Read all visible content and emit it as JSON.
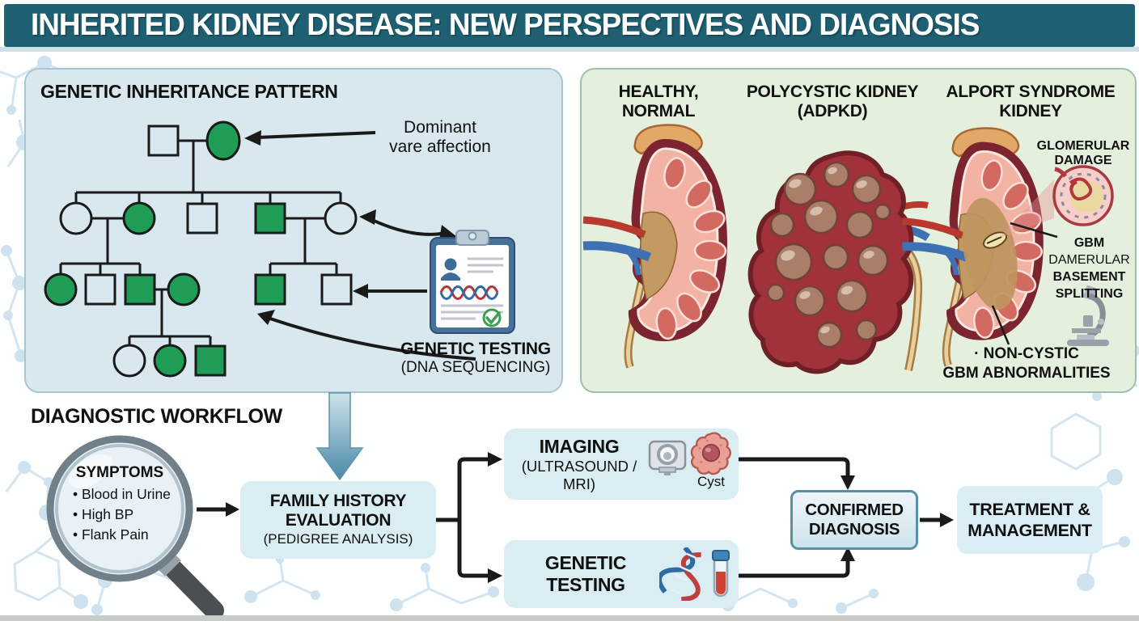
{
  "header": {
    "title": "INHERITED KIDNEY DISEASE: NEW PERSPECTIVES AND DIAGNOSIS"
  },
  "inheritance_panel": {
    "title": "GENETIC INHERITANCE PATTERN",
    "dominant_label": {
      "line1": "Dominant",
      "line2": "vare affection"
    },
    "genetic_testing_caption": {
      "line1": "GENETIC TESTING",
      "line2": "(DNA SEQUENCING)"
    }
  },
  "kidney_panel": {
    "kidney_labels": [
      {
        "line1": "HEALTHY,",
        "line2": "NORMAL"
      },
      {
        "line1": "POLYCYSTIC KIDNEY",
        "line2": "(ADPKD)"
      },
      {
        "line1": "ALPORT SYNDROME",
        "line2": "KIDNEY"
      }
    ],
    "glomerular_damage": {
      "line1": "GLOMERULAR",
      "line2": "DAMAGE"
    },
    "gbm_splitting": {
      "line1": "GBM",
      "line2": "DAMERULAR",
      "line3": "BASEMENT",
      "line4": "SPLITTING"
    },
    "non_cystic": {
      "line1": "· NON-CYSTIC",
      "line2": "GBM ABNORMALITIES"
    }
  },
  "workflow": {
    "title": "DIAGNOSTIC WORKFLOW",
    "symptoms": {
      "title": "SYMPTOMS",
      "items": [
        "• Blood in Urine",
        "• High BP",
        "• Flank Pain"
      ]
    },
    "family_history": {
      "line1": "FAMILY HISTORY",
      "line2": "EVALUATION",
      "line3": "(PEDIGREE ANALYSIS)"
    },
    "imaging": {
      "line1": "IMAGING",
      "line2": "(ULTRASOUND / MRI)",
      "cyst_label": "Cyst"
    },
    "genetic_testing": {
      "line1": "GENETIC",
      "line2": "TESTING"
    },
    "confirmed_diagnosis": {
      "line1": "CONFIRMED",
      "line2": "DIAGNOSIS"
    },
    "treatment": {
      "line1": "TREATMENT &",
      "line2": "MANAGEMENT"
    }
  },
  "colors": {
    "header_bg": "#1e5f72",
    "inheritance_panel_bg": "#d8e8ee",
    "kidney_panel_bg": "#e4efdd",
    "affected_green": "#1f9d57",
    "workflow_box_blue": "#d9edf3",
    "flow_arrow_teal": "#4889a8",
    "arrow_black": "#1a1a1a"
  }
}
